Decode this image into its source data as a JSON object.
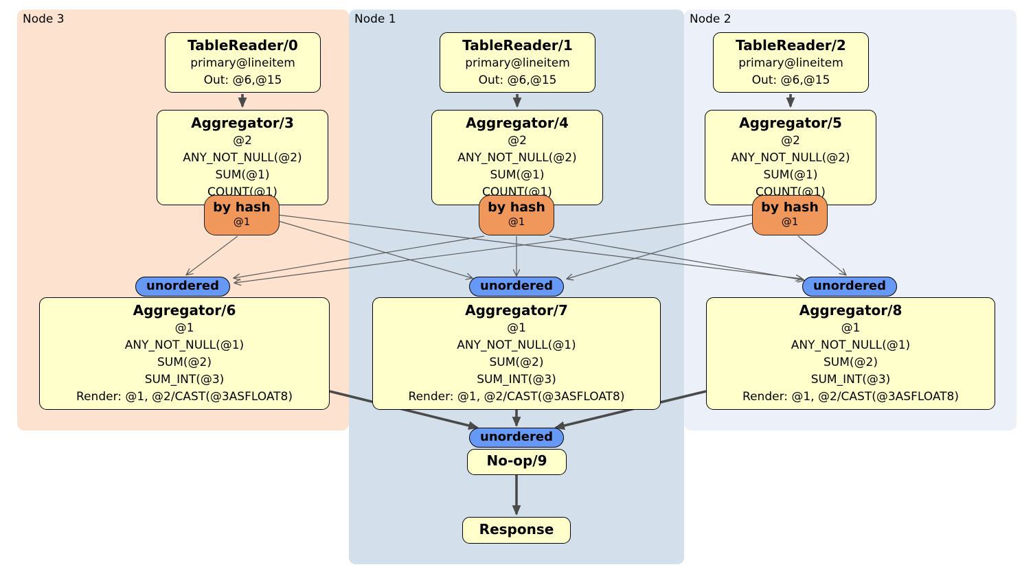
{
  "regions": [
    {
      "id": "node3",
      "label": "Node 3",
      "background": "#fde3cf"
    },
    {
      "id": "node1",
      "label": "Node 1",
      "background": "#d3e0ec"
    },
    {
      "id": "node2",
      "label": "Node 2",
      "background": "#ecf0f8"
    }
  ],
  "processors": {
    "tableReader0": {
      "title": "TableReader/0",
      "lines": [
        "primary@lineitem",
        "Out: @6,@15"
      ]
    },
    "tableReader1": {
      "title": "TableReader/1",
      "lines": [
        "primary@lineitem",
        "Out: @6,@15"
      ]
    },
    "tableReader2": {
      "title": "TableReader/2",
      "lines": [
        "primary@lineitem",
        "Out: @6,@15"
      ]
    },
    "aggregator3": {
      "title": "Aggregator/3",
      "lines": [
        "@2",
        "ANY_NOT_NULL(@2)",
        "SUM(@1)",
        "COUNT(@1)"
      ]
    },
    "aggregator4": {
      "title": "Aggregator/4",
      "lines": [
        "@2",
        "ANY_NOT_NULL(@2)",
        "SUM(@1)",
        "COUNT(@1)"
      ]
    },
    "aggregator5": {
      "title": "Aggregator/5",
      "lines": [
        "@2",
        "ANY_NOT_NULL(@2)",
        "SUM(@1)",
        "COUNT(@1)"
      ]
    },
    "aggregator6": {
      "title": "Aggregator/6",
      "lines": [
        "@1",
        "ANY_NOT_NULL(@1)",
        "SUM(@2)",
        "SUM_INT(@3)",
        "Render: @1, @2/CAST(@3ASFLOAT8)"
      ]
    },
    "aggregator7": {
      "title": "Aggregator/7",
      "lines": [
        "@1",
        "ANY_NOT_NULL(@1)",
        "SUM(@2)",
        "SUM_INT(@3)",
        "Render: @1, @2/CAST(@3ASFLOAT8)"
      ]
    },
    "aggregator8": {
      "title": "Aggregator/8",
      "lines": [
        "@1",
        "ANY_NOT_NULL(@1)",
        "SUM(@2)",
        "SUM_INT(@3)",
        "Render: @1, @2/CAST(@3ASFLOAT8)"
      ]
    },
    "noop9": {
      "title": "No-op/9"
    },
    "response": {
      "title": "Response"
    }
  },
  "routers": [
    {
      "id": "router-node3",
      "label": "by hash",
      "sub": "@1"
    },
    {
      "id": "router-node1",
      "label": "by hash",
      "sub": "@1"
    },
    {
      "id": "router-node2",
      "label": "by hash",
      "sub": "@1"
    }
  ],
  "streams": [
    {
      "id": "stream-node3",
      "label": "unordered"
    },
    {
      "id": "stream-node1",
      "label": "unordered"
    },
    {
      "id": "stream-node2",
      "label": "unordered"
    },
    {
      "id": "stream-final",
      "label": "unordered"
    }
  ],
  "edges": [
    [
      "TableReader/0",
      "Aggregator/3"
    ],
    [
      "TableReader/1",
      "Aggregator/4"
    ],
    [
      "TableReader/2",
      "Aggregator/5"
    ],
    [
      "router-node3",
      "stream-node3"
    ],
    [
      "router-node3",
      "stream-node1"
    ],
    [
      "router-node3",
      "stream-node2"
    ],
    [
      "router-node1",
      "stream-node3"
    ],
    [
      "router-node1",
      "stream-node1"
    ],
    [
      "router-node1",
      "stream-node2"
    ],
    [
      "router-node2",
      "stream-node3"
    ],
    [
      "router-node2",
      "stream-node1"
    ],
    [
      "router-node2",
      "stream-node2"
    ],
    [
      "Aggregator/6",
      "stream-final"
    ],
    [
      "Aggregator/7",
      "stream-final"
    ],
    [
      "Aggregator/8",
      "stream-final"
    ],
    [
      "No-op/9",
      "Response"
    ]
  ],
  "colors": {
    "processor_box": "#ffffcc",
    "router": "#f0975c",
    "stream": "#6699f5",
    "node3_bg": "#fde3cf",
    "node1_bg": "#d3e0ec",
    "node2_bg": "#ecf0f8",
    "edge_thick": "#4a4a4a",
    "edge_thin": "#5a5a5a",
    "border": "#000000"
  }
}
